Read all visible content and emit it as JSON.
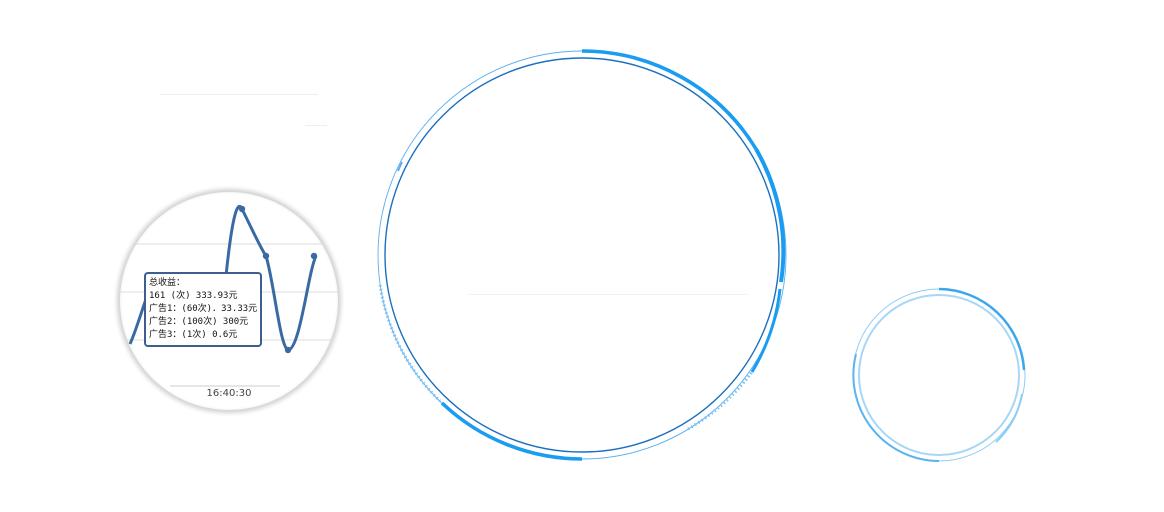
{
  "tooltip": {
    "lines": [
      "总收益：",
      "161 (次) 333.93元",
      "广告1：(60次)．33.33元",
      "广告2：(100次) 300元",
      "广告3：(1次) 0.6元"
    ]
  },
  "chart": {
    "time_label": "16:40:30"
  },
  "colors": {
    "accent": "#1a9cf0",
    "line": "#3a6aa3",
    "ring_dark": "#1c6fbf",
    "ring_light": "#5aaef0"
  }
}
